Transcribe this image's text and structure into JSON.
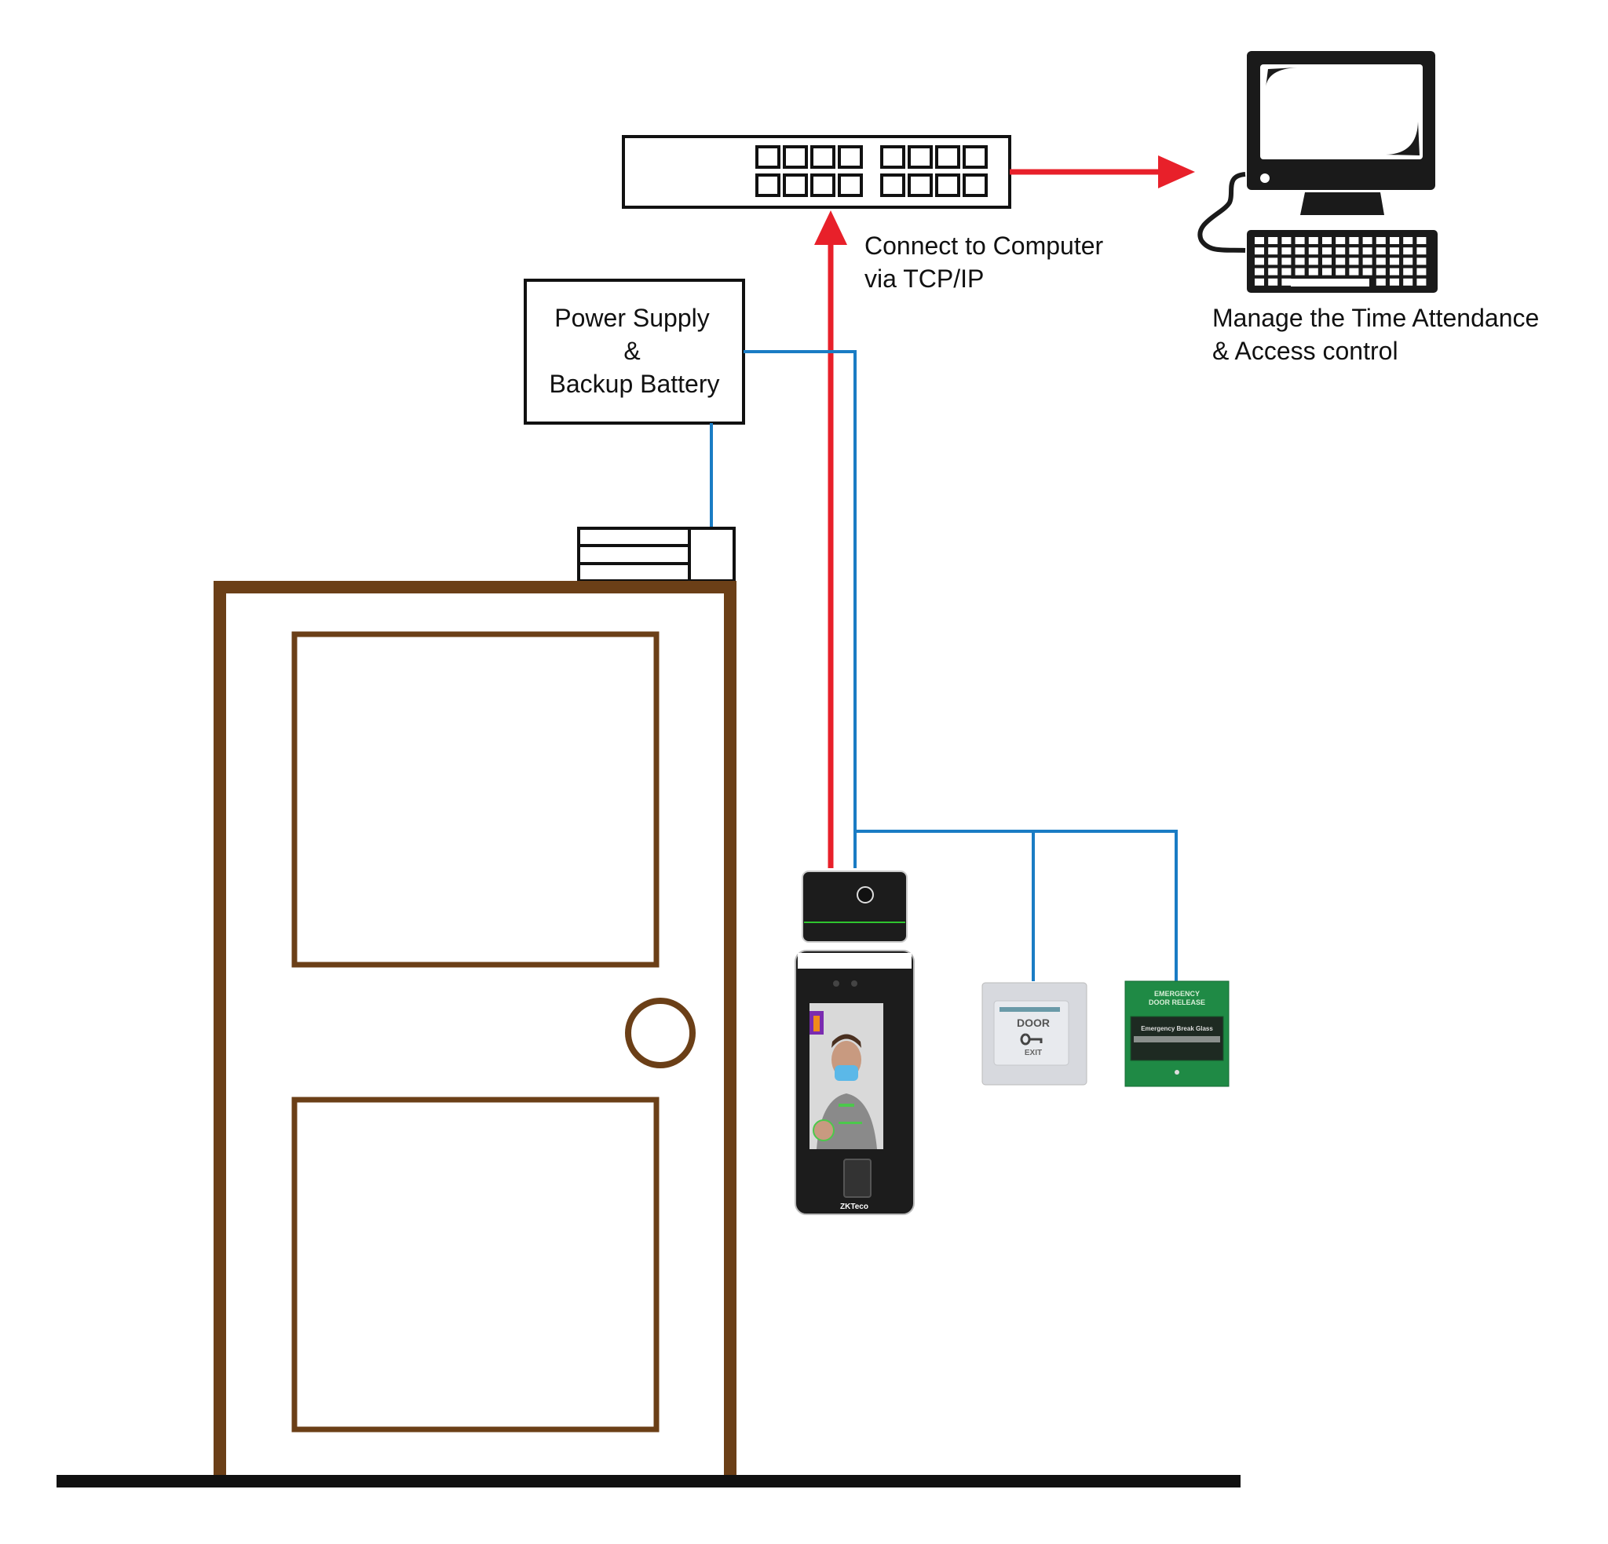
{
  "labels": {
    "power_supply_line1": "Power Supply",
    "power_supply_line2": "&",
    "power_supply_line3": "Backup Battery",
    "connect_line1": "Connect to Computer",
    "connect_line2": "via TCP/IP",
    "manage_line1": "Manage the Time Attendance",
    "manage_line2": "& Access control"
  },
  "devices": {
    "exit_button": {
      "line1": "DOOR",
      "line2": "EXIT"
    },
    "emergency_release": {
      "line1": "EMERGENCY",
      "line2": "DOOR RELEASE",
      "glass": "Emergency Break Glass"
    },
    "terminal_logo": "ZKTeco"
  },
  "colors": {
    "tcp_ip_link": "#e8202a",
    "power_wiring": "#1a7cc4",
    "door": "#6b3f17",
    "outline": "#111111",
    "emergency_green": "#1f8a45"
  }
}
